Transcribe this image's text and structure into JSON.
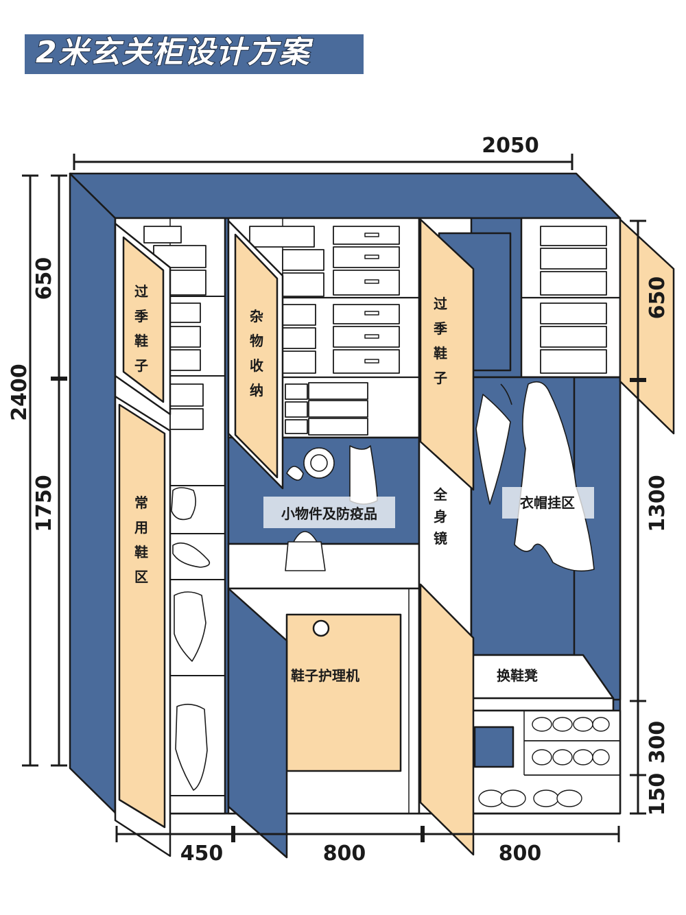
{
  "title": "2米玄关柜设计方案",
  "colors": {
    "navy": "#4a6b9b",
    "door": "#fad9a8",
    "white": "#ffffff",
    "line": "#1a1a1a"
  },
  "dimensions": {
    "total_width": "2050",
    "total_height": "2400",
    "left_upper": "650",
    "left_lower": "1750",
    "right_upper": "650",
    "right_middle": "1300",
    "right_shoe": "300",
    "right_bottom": "150",
    "bottom_left": "450",
    "bottom_middle": "800",
    "bottom_right": "800"
  },
  "labels": {
    "seasonal_shoes_left": "过季鞋子",
    "common_shoes": "常用鞋区",
    "misc_storage": "杂物收纳",
    "small_items": "小物件及防疫品",
    "shoe_care": "鞋子护理机",
    "seasonal_shoes_right": "过季鞋子",
    "mirror": "全身镜",
    "coat_area": "衣帽挂区",
    "bench": "换鞋凳"
  }
}
